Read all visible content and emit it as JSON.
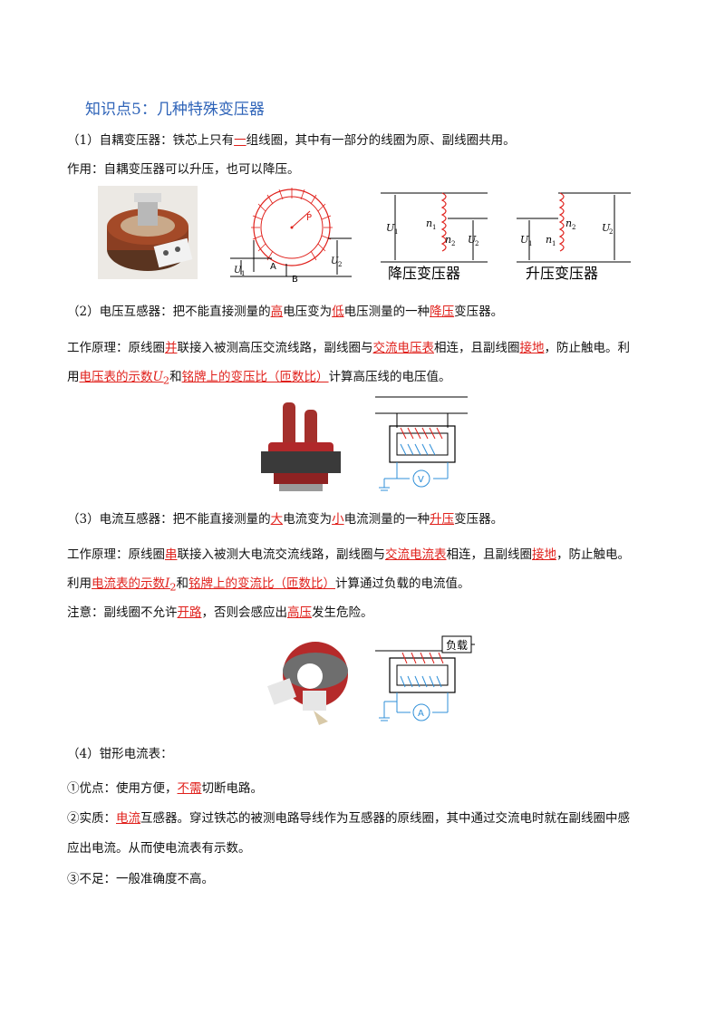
{
  "title": "知识点5：几种特殊变压器",
  "s1": {
    "line1": [
      "（1）自耦变压器：铁芯上只有",
      "一",
      "组线圈，其中有一部分的线圈为原、副线圈共用。"
    ],
    "line2": "作用：自耦变压器可以升压，也可以降压。",
    "diagram_labels": {
      "P": "P",
      "A": "A",
      "B": "B",
      "U1": "U",
      "U2": "U",
      "sub1": "1",
      "sub2": "2",
      "n1": "n",
      "n2": "n",
      "step_down": "降压变压器",
      "step_up": "升压变压器"
    }
  },
  "s2": {
    "line1": [
      "（2）电压互感器：把不能直接测量的",
      "高",
      "电压变为",
      "低",
      "电压测量的一种",
      "降压",
      "变压器。"
    ],
    "line2": [
      "工作原理：原线圈",
      "并",
      "联接入被测高压交流线路，副线圈与",
      "交流电压表",
      "相连，且副线圈",
      "接地",
      "，防止触电。利"
    ],
    "line3": [
      "用",
      "电压表的示数",
      "U",
      "2",
      "和",
      "铭牌上的变压比（匝数比）",
      "计算高压线的电压值。"
    ],
    "meter": "V"
  },
  "s3": {
    "line1": [
      "（3）电流互感器：把不能直接测量的",
      "大",
      "电流变为",
      "小",
      "电流测量的一种",
      "升压",
      "变压器。"
    ],
    "line2": [
      "工作原理：原线圈",
      "串",
      "联接入被测大电流交流线路，副线圈与",
      "交流电流表",
      "相连，且副线圈",
      "接地",
      "，防止触电。"
    ],
    "line3": [
      "利用",
      "电流表的示数",
      "I",
      "2",
      "和",
      "铭牌上的变流比（匝数比）",
      "计算通过负载的电流值。"
    ],
    "line4": [
      "注意：副线圈不允许",
      "开路",
      "，否则会感应出",
      "高压",
      "发生危险。"
    ],
    "load": "负载",
    "meter": "A"
  },
  "s4": {
    "line1": "（4）钳形电流表：",
    "line2": [
      "①优点：使用方便，",
      "不需",
      "切断电路。"
    ],
    "line3": [
      "②实质：",
      "电流",
      "互感器。穿过铁芯的被测电路导线作为互感器的原线圈，其中通过交流电时就在副线圈中感"
    ],
    "line4": "应出电流。从而使电流表有示数。",
    "line5": "③不足：一般准确度不高。"
  },
  "colors": {
    "heading": "#2e63b8",
    "answer": "#e0201b",
    "coil": "#e0201b",
    "wire_blue": "#2f8fd8",
    "core_red": "#b0282a"
  }
}
